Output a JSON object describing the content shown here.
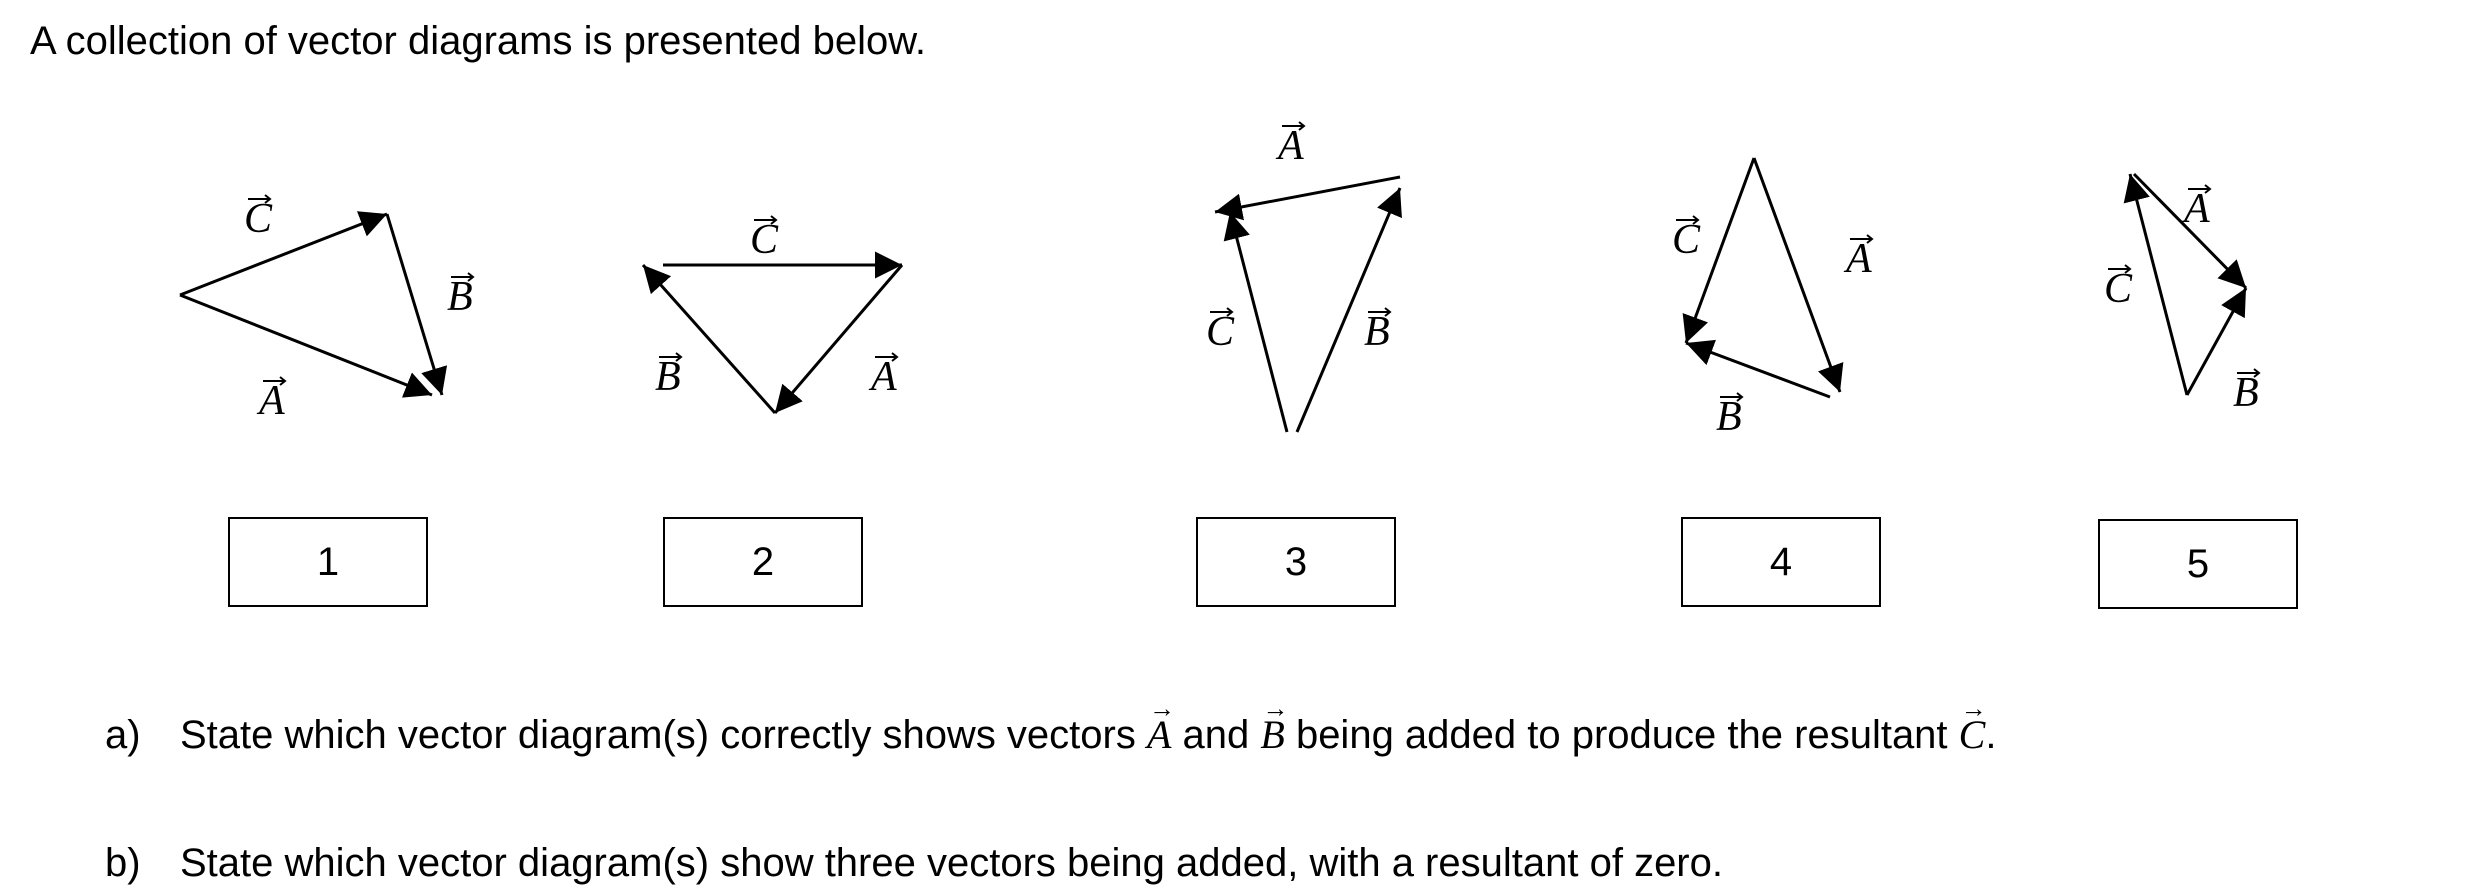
{
  "intro": "A collection of vector diagrams is presented below.",
  "vector_symbols": {
    "A": "A",
    "B": "B",
    "C": "C"
  },
  "diagram_numbers": [
    "1",
    "2",
    "3",
    "4",
    "5"
  ],
  "questions": {
    "a": {
      "id": "a)",
      "part1": "State which vector diagram(s) correctly shows vectors ",
      "vecA": "A",
      "and": " and ",
      "vecB": "B",
      "part2": " being added to produce the resultant ",
      "vecC": "C",
      "end": "."
    },
    "b": {
      "id": "b)",
      "text": "State which vector diagram(s) show three vectors being added, with a resultant of zero."
    }
  }
}
